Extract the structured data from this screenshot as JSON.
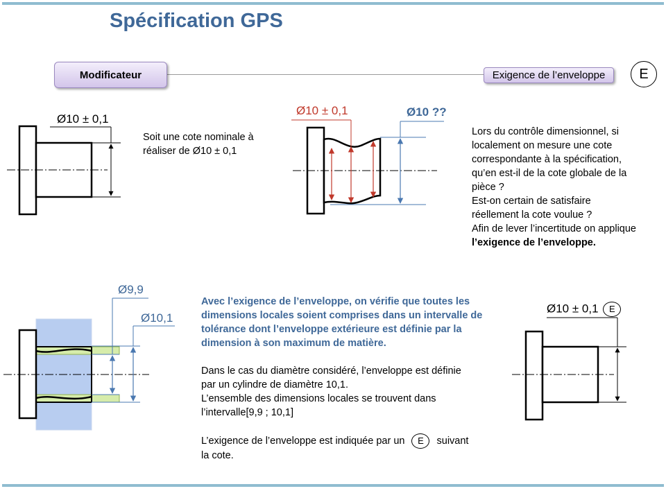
{
  "slide": {
    "title": "Spécification GPS",
    "modifier_label": "Modificateur",
    "envelope_label": "Exigence de l’enveloppe",
    "envelope_symbol": "E"
  },
  "section1": {
    "dim_label": "Ø10 ± 0,1",
    "intro_line1": "Soit une cote nominale à",
    "intro_line2": "réaliser de Ø10 ± 0,1"
  },
  "section2": {
    "dim_red": "Ø10 ± 0,1",
    "dim_blue": "Ø10 ??",
    "question_lines": [
      "Lors du contrôle dimensionnel, si",
      "localement on mesure une cote",
      "correspondante à la spécification,",
      "qu’en est-il de la cote globale de la",
      "pièce ?",
      "Est-on certain de satisfaire",
      "réellement la cote voulue ?",
      "Afin de lever l’incertitude on applique"
    ],
    "question_bold": "l’exigence de l’enveloppe."
  },
  "section3": {
    "dim_min": "Ø9,9",
    "dim_max": "Ø10,1",
    "emph_lines": [
      "Avec l’exigence de l’enveloppe, on vérifie que toutes les",
      "dimensions locales soient comprises dans un intervalle de",
      "tolérance dont l’enveloppe extérieure est définie par la",
      "dimension à son maximum de matière."
    ],
    "body_lines": [
      "Dans le cas du diamètre considéré, l’enveloppe est définie",
      "par un cylindre de diamètre 10,1.",
      "L’ensemble des dimensions locales se trouvent dans",
      "l’intervalle[9,9 ; 10,1]"
    ],
    "closing_before": "L’exigence de l’enveloppe est indiquée par un",
    "closing_symbol": "E",
    "closing_after": "suivant",
    "closing_line2": "la cote."
  },
  "section4": {
    "dim_label": "Ø10 ± 0,1",
    "symbol": "E"
  },
  "colors": {
    "title_blue": "#3f6898",
    "dim_red": "#c0392b",
    "dim_blue": "#3f6898",
    "envelope_fill": "#b8cdf0",
    "tolerance_green": "#d6ecaa",
    "button_purple": "#d3c5ea"
  }
}
